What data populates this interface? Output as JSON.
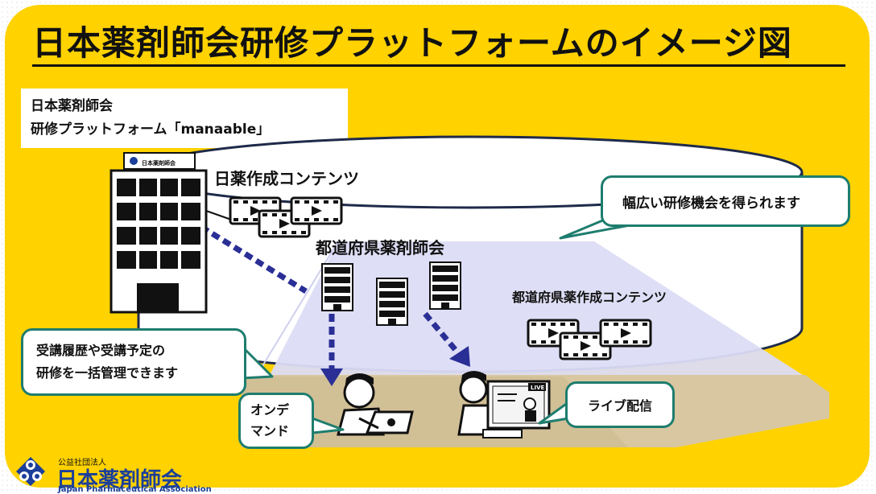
{
  "title": "日本薬剤師会研修プラットフォームのイメージ図",
  "platform": {
    "line1": "日本薬剤師会",
    "line2": "研修プラットフォーム「manaable」"
  },
  "jpa_building_sign": "日本薬剤師会",
  "jpa_contents_label": "日薬作成コンテンツ",
  "prefectural_label": "都道府県薬剤師会",
  "prefectural_contents_label": "都道府県薬作成コンテンツ",
  "bubbles": {
    "opportunities": "幅広い研修機会を得られます",
    "history_line1": "受講履歴や受講予定の",
    "history_line2": "研修を一括管理できます",
    "ondemand_line1": "オンデ",
    "ondemand_line2": "マンド",
    "live": "ライブ配信"
  },
  "live_tag": "LIVE",
  "footer": {
    "name": "公益社団法人",
    "org": "日本薬剤師会",
    "en": "Japan Pharmaceutical Association"
  },
  "colors": {
    "panel": "#FFD200",
    "bubble_border": "#1E7D6E",
    "cylinder_border": "#1F2A4A",
    "light_cone": "#DCDCF5",
    "ground": "#D8C7A0",
    "arrow": "#2A2F96",
    "logo_blue": "#1B3F9A"
  },
  "icons": [
    "office-building-icon",
    "video-film-icon",
    "student-laptop-icon",
    "live-monitor-icon",
    "jpa-logo-icon"
  ]
}
